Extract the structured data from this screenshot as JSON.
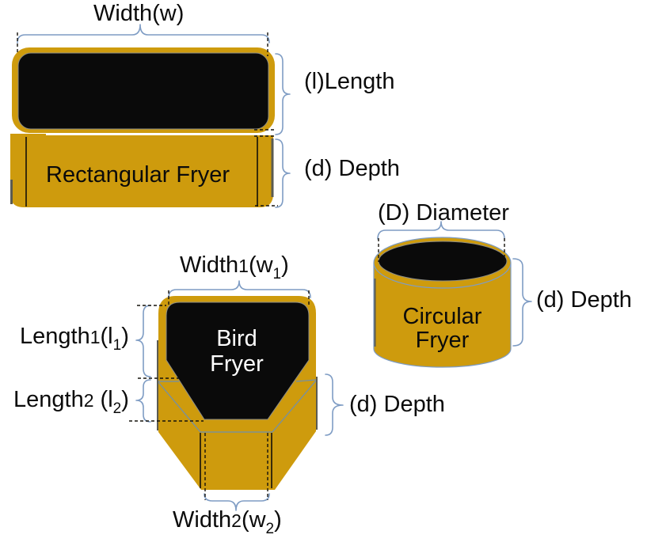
{
  "colors": {
    "gold": "#CE9B0D",
    "pot_black": "#0a0a0a",
    "brace": "#7E9CC4"
  },
  "rectangular_fryer": {
    "name": "Rectangular Fryer",
    "width_label": "Width(w)",
    "length_label": "(l)Length",
    "depth_label": "(d) Depth"
  },
  "circular_fryer": {
    "name_line1": "Circular",
    "name_line2": "Fryer",
    "diameter_label": "(D) Diameter",
    "depth_label": "(d) Depth"
  },
  "bird_fryer": {
    "name_line1": "Bird",
    "name_line2": "Fryer",
    "depth_label": "(d) Depth",
    "width1_label": {
      "word": "Width",
      "num": "1",
      "open": "(w",
      "sub": "1",
      "close": ")"
    },
    "length1_label": {
      "word": "Length",
      "num": "1",
      "open": "(l",
      "sub": "1",
      "close": ")"
    },
    "length2_label": {
      "word": "Length",
      "num": "2",
      "open": " (l",
      "sub": "2",
      "close": ")"
    },
    "width2_label": {
      "word": "Width",
      "num": "2",
      "open": "(w",
      "sub": "2",
      "close": ")"
    }
  }
}
